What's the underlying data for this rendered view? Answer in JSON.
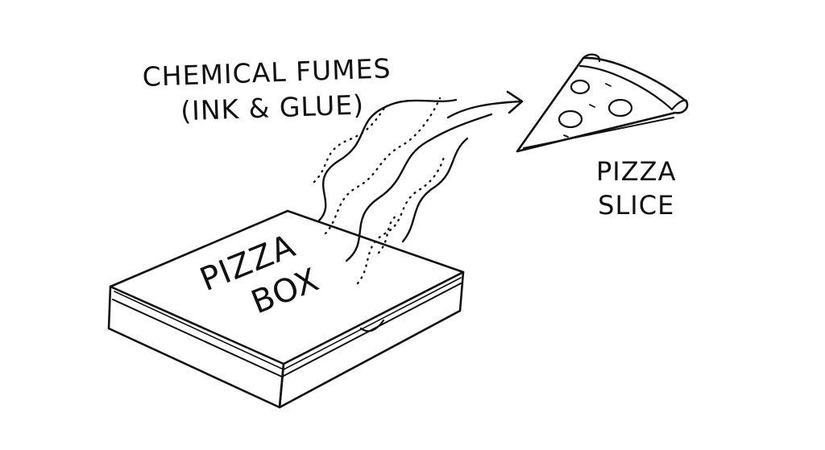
{
  "labels": {
    "fumes": {
      "line1": "CHEMICAL FUMES",
      "line2": "(INK & GLUE)"
    },
    "slice": {
      "line1": "PIZZA",
      "line2": "SLICE"
    },
    "box": {
      "line1": "PIZZA",
      "line2": "BOX"
    }
  },
  "colors": {
    "ink": "#111111",
    "background": "#ffffff"
  }
}
